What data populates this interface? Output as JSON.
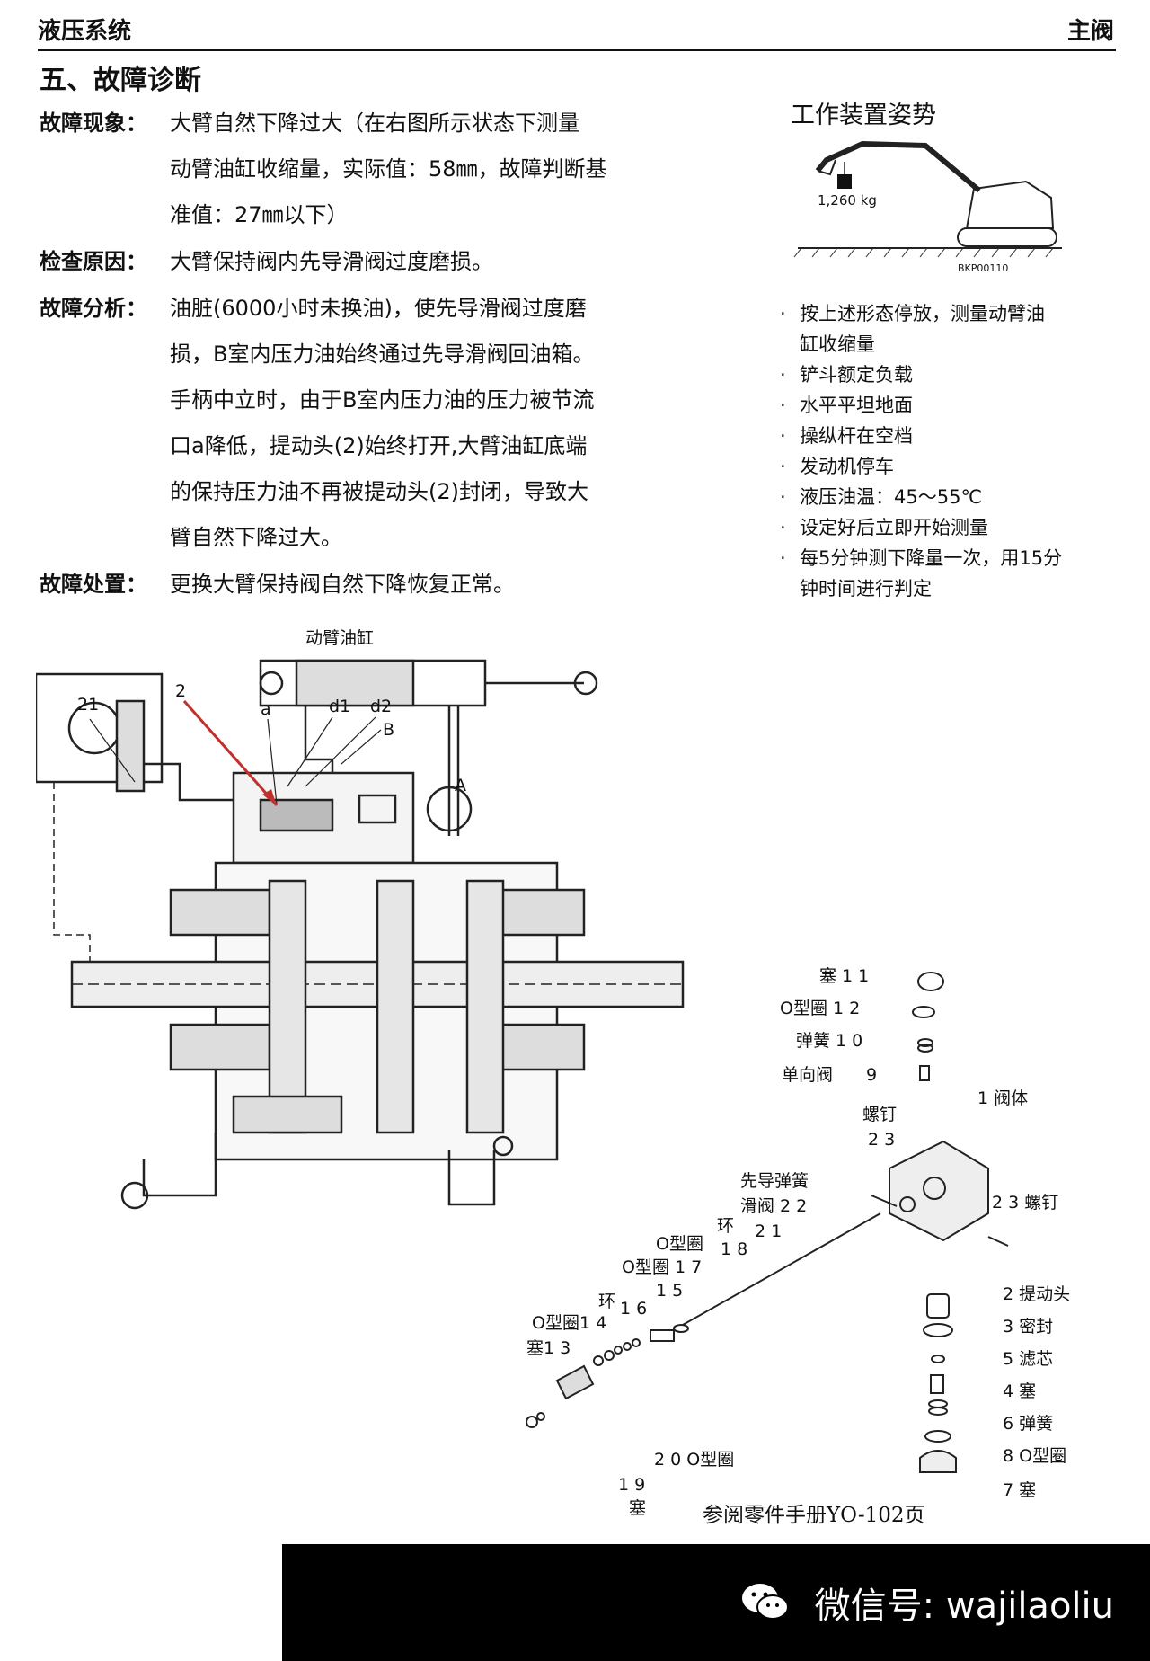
{
  "header": {
    "left": "液压系统",
    "right": "主阀"
  },
  "section_title": "五、故障诊断",
  "rows": [
    {
      "label": "故障现象：",
      "lines": [
        "大臂自然下降过大（在右图所示状态下测量",
        "动臂油缸收缩量，实际值：58㎜，故障判断基",
        "准值：27㎜以下）"
      ]
    },
    {
      "label": "检查原因：",
      "lines": [
        "大臂保持阀内先导滑阀过度磨损。"
      ]
    },
    {
      "label": "故障分析：",
      "lines": [
        "油脏(6000小时未换油)，使先导滑阀过度磨",
        "损，B室内压力油始终通过先导滑阀回油箱。",
        "手柄中立时，由于B室内压力油的压力被节流",
        "口a降低，提动头(2)始终打开,大臂油缸底端",
        "的保持压力油不再被提动头(2)封闭，导致大",
        "臂自然下降过大。"
      ]
    },
    {
      "label": "故障处置：",
      "lines": [
        "更换大臂保持阀自然下降恢复正常。"
      ]
    }
  ],
  "pose": {
    "title": "工作装置姿势",
    "weight": "1,260 kg",
    "code": "BKP00110"
  },
  "notes": [
    [
      "按上述形态停放，测量动臂油",
      "缸收缩量"
    ],
    [
      "铲斗额定负载"
    ],
    [
      "水平平坦地面"
    ],
    [
      "操纵杆在空档"
    ],
    [
      "发动机停车"
    ],
    [
      "液压油温：45～55℃"
    ],
    [
      "设定好后立即开始测量"
    ],
    [
      "每5分钟测下降量一次，用15分",
      "钟时间进行判定"
    ]
  ],
  "schematic": {
    "title": "动臂油缸",
    "labels": {
      "n21": "21",
      "n2": "2",
      "a": "a",
      "d1": "d1",
      "d2": "d2",
      "B": "B",
      "A": "A"
    },
    "colors": {
      "pointer": "#c0302c"
    }
  },
  "exploded": {
    "parts": {
      "p11": "塞  1 1",
      "p12": "O型圈  1 2",
      "p10": "弹簧  1 0",
      "p9a": "单向阀",
      "p9b": "9",
      "p1": "1 阀体",
      "p23a": "螺钉",
      "p23b": "2 3",
      "p23r": "2 3  螺钉",
      "p22a": "先导弹簧",
      "p22b": "滑阀 2 2",
      "p21": "2 1",
      "ring18": "环",
      "p18": "1 8",
      "o17": "O型圈",
      "p17": "O型圈 1 7",
      "p15": "1 5",
      "ring16": "环",
      "p16": "1 6",
      "o14": "O型圈1 4",
      "p13": "塞1 3",
      "p20": "2 0 O型圈",
      "p19": "1 9",
      "p19b": "塞",
      "p2": "2  提动头",
      "p3": "3  密封",
      "p5": "5  滤芯",
      "p4": "4  塞",
      "p6": "6  弹簧",
      "p8": "8  O型圈",
      "p7": "7  塞"
    },
    "reference": "参阅零件手册YO-102页"
  },
  "watermark": {
    "text": "微信号: wajilaoliu"
  }
}
